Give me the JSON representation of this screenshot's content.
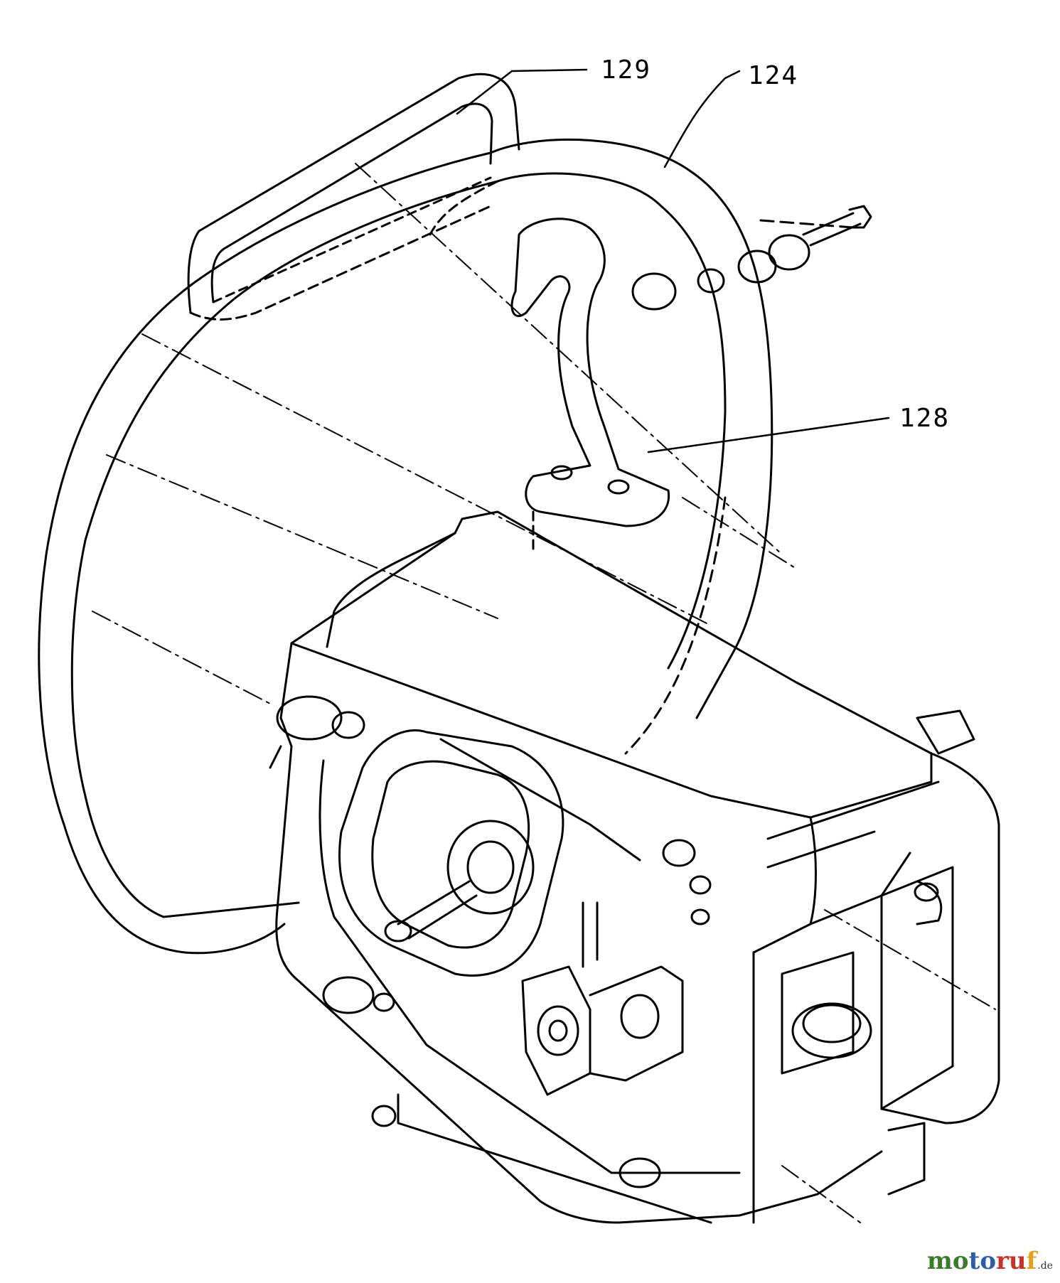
{
  "figure": {
    "callouts": [
      {
        "id": "handle-top",
        "label": "129"
      },
      {
        "id": "front-handle",
        "label": "124"
      },
      {
        "id": "handle-bracket",
        "label": "128"
      }
    ]
  },
  "watermark": {
    "letters": [
      "m",
      "o",
      "t",
      "o",
      "r",
      "u",
      "f"
    ],
    "letter_colors": [
      "#3a7a2a",
      "#3a7a2a",
      "#2e5ea8",
      "#2e5ea8",
      "#c8322a",
      "#c8322a",
      "#e0a020"
    ],
    "suffix": ".de"
  },
  "colors": {
    "ink": "#000000",
    "paper": "#ffffff"
  }
}
